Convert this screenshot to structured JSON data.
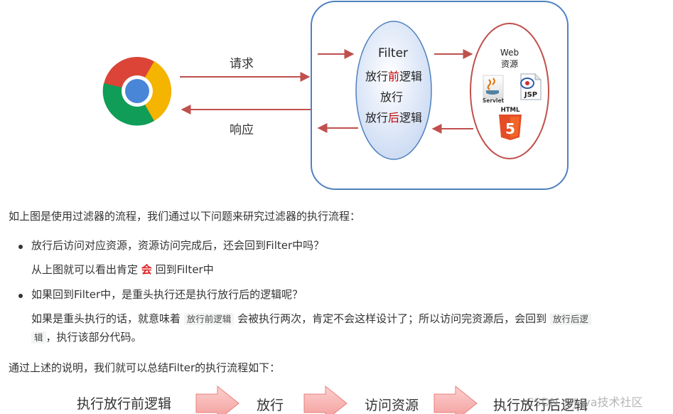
{
  "diagram": {
    "request_label": "请求",
    "response_label": "响应",
    "filter": {
      "title": "Filter",
      "line1_pre": "放行",
      "line1_accent": "前",
      "line1_post": "逻辑",
      "line2": "放行",
      "line3_pre": "放行",
      "line3_accent": "后",
      "line3_post": "逻辑"
    },
    "resources": {
      "title_line1": "Web",
      "title_line2": "资源",
      "servlet_label": "Servlet",
      "jsp_label": "JSP",
      "html_label": "HTML",
      "html_badge": "5"
    },
    "colors": {
      "arrow": "#c0504d",
      "box_border": "#4f81bd",
      "ellipse_border": "#c0504d",
      "accent_text": "#c00000"
    }
  },
  "content": {
    "intro": "如上图是使用过滤器的流程，我们通过以下问题来研究过滤器的执行流程：",
    "q1": "放行后访问对应资源，资源访问完成后，还会回到Filter中吗？",
    "a1_pre": "从上图就可以看出肯定 ",
    "a1_emph": "会",
    "a1_post": " 回到Filter中",
    "q2": "如果回到Filter中，是重头执行还是执行放行后的逻辑呢？",
    "a2_pre": "如果是重头执行的话，就意味着 ",
    "a2_code1": "放行前逻辑",
    "a2_mid": " 会被执行两次，肯定不会这样设计了；所以访问完资源后，会回到 ",
    "a2_code2_part1": "放行后逻",
    "a2_code2_part2": "辑",
    "a2_post": "，执行该部分代码。",
    "summary": "通过上述的说明，我们就可以总结Filter的执行流程如下："
  },
  "flow": {
    "steps": [
      "执行放行前逻辑",
      "放行",
      "访问资源",
      "执行放行后逻辑"
    ]
  },
  "watermark": "CSDN @Java技术社区"
}
